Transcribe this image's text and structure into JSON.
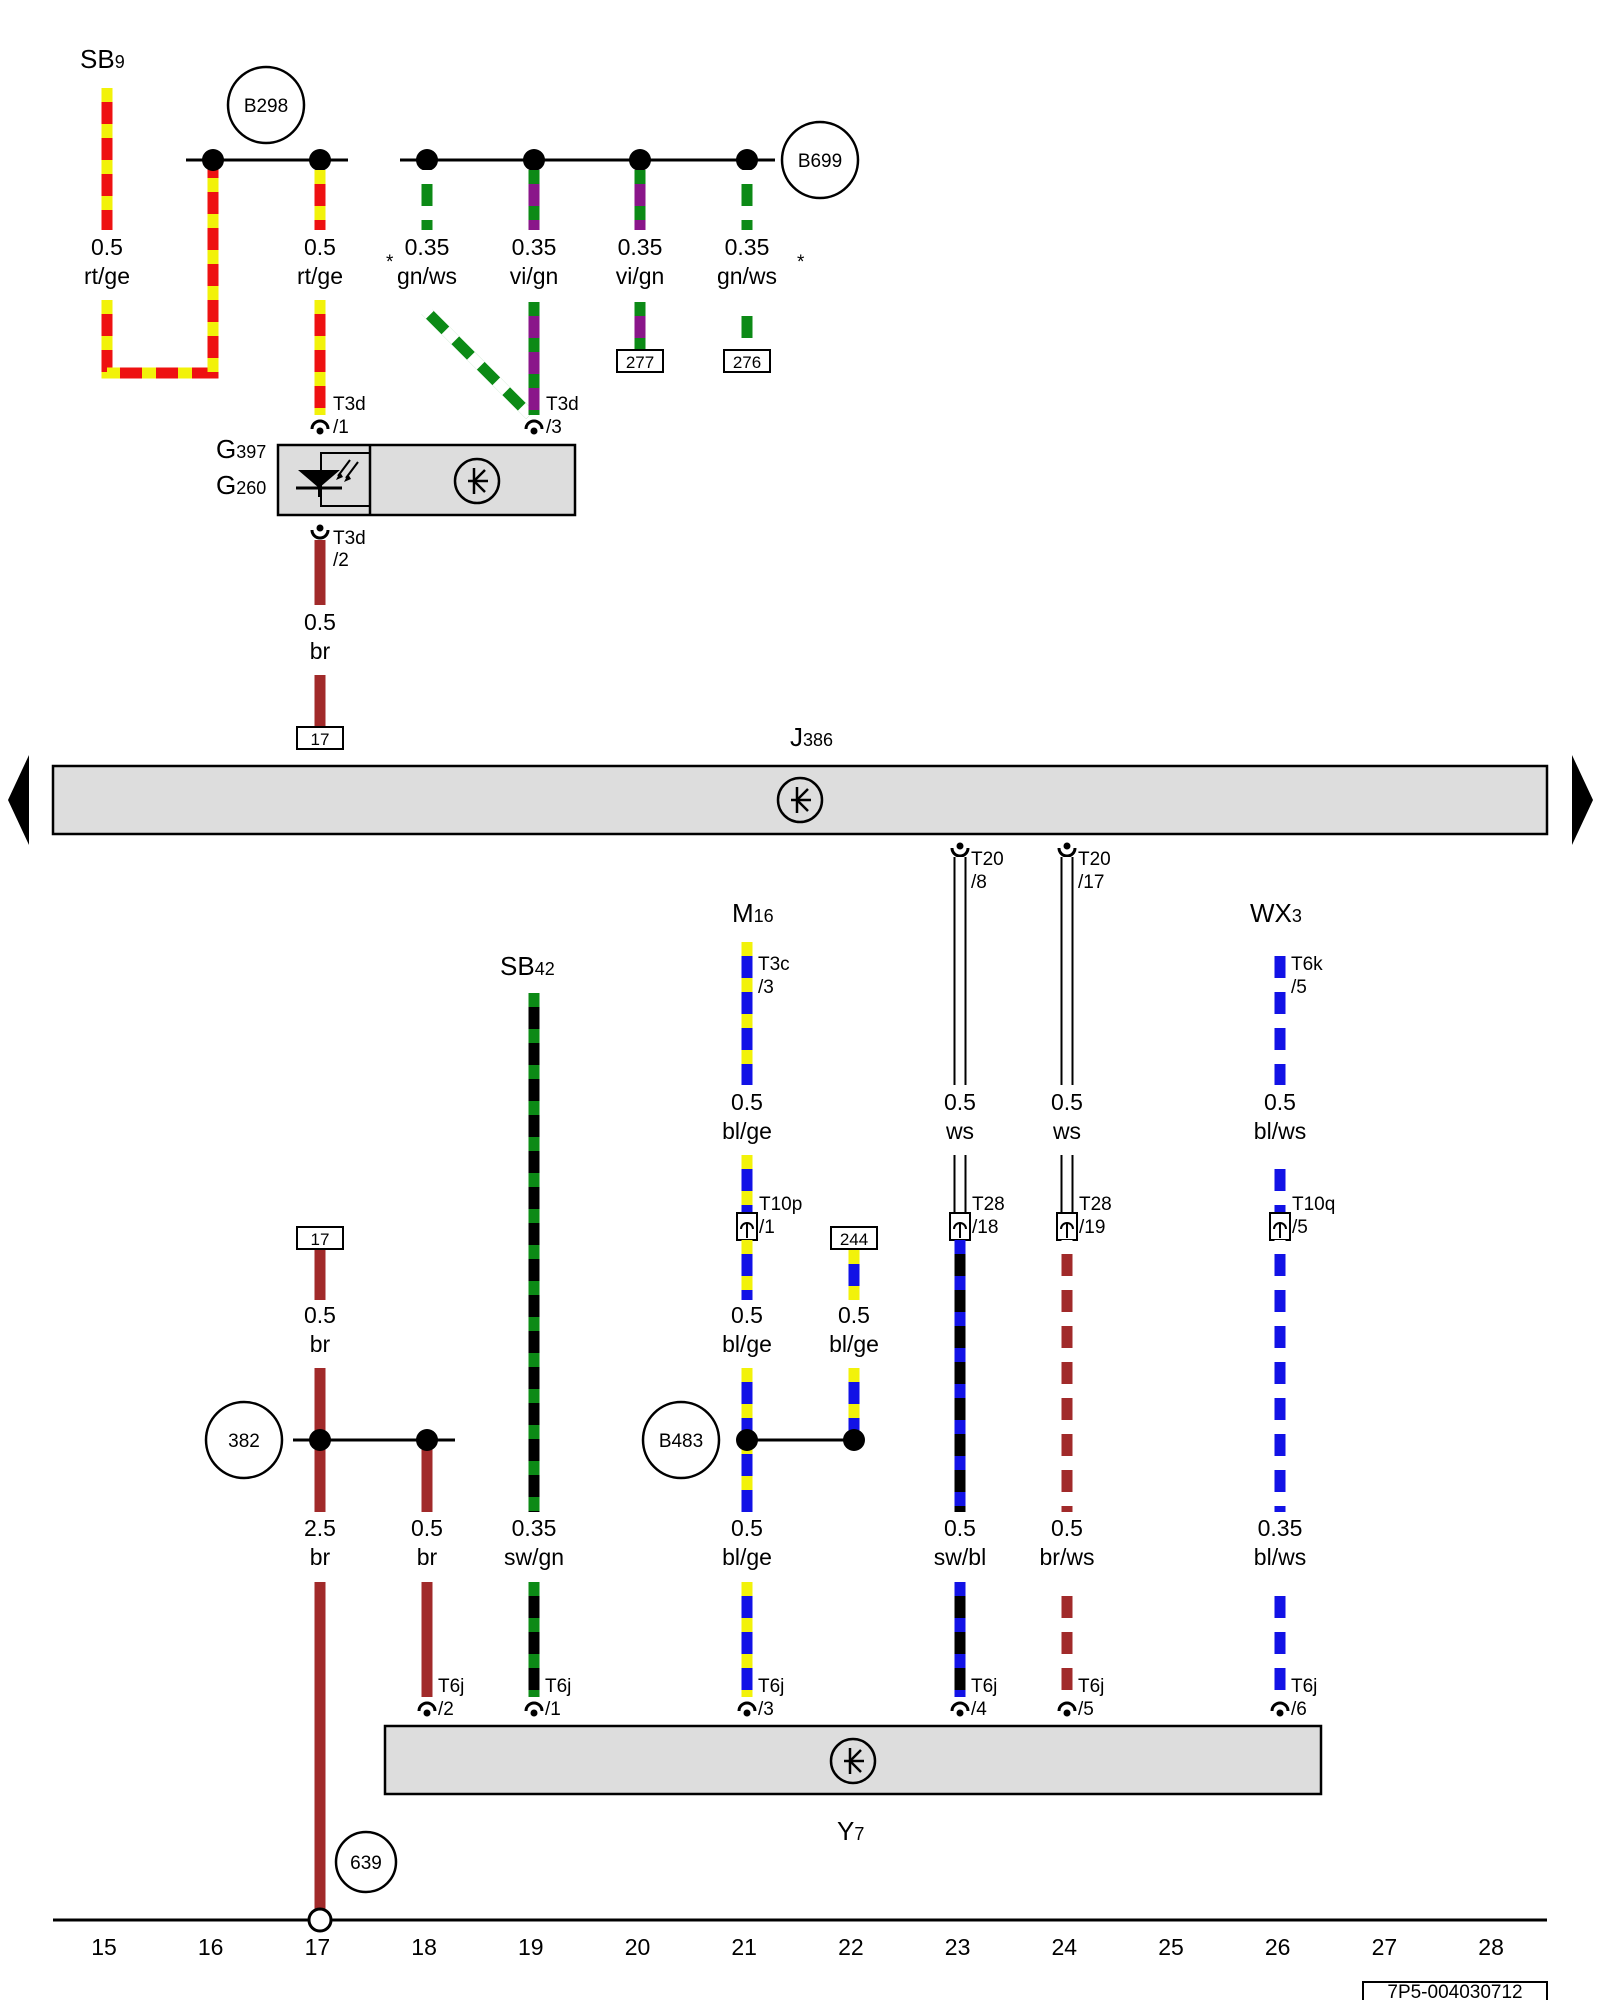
{
  "colors": {
    "rt": "#ee1111",
    "ge": "#f2f20a",
    "gn": "#0c8a16",
    "ws": "#ffffff",
    "vi": "#8a168a",
    "br": "#a12a2a",
    "bl": "#1212e6",
    "sw": "#000000",
    "housing": "#dddddd",
    "line": "#000000"
  },
  "components": {
    "sb9": {
      "name": "SB",
      "sub": "9"
    },
    "g397": {
      "name": "G",
      "sub": "397"
    },
    "g260": {
      "name": "G",
      "sub": "260"
    },
    "j386": {
      "name": "J",
      "sub": "386"
    },
    "sb42": {
      "name": "SB",
      "sub": "42"
    },
    "m16": {
      "name": "M",
      "sub": "16"
    },
    "wx3": {
      "name": "WX",
      "sub": "3"
    },
    "y7": {
      "name": "Y",
      "sub": "7"
    }
  },
  "circles": {
    "b298": "B298",
    "b699": "B699",
    "n382": "382",
    "b483": "B483",
    "n639": "639"
  },
  "refs": {
    "r277": "277",
    "r276": "276",
    "r17a": "17",
    "r17b": "17",
    "r244": "244"
  },
  "wires": {
    "w1": {
      "size": "0.5",
      "color": "rt/ge"
    },
    "w2": {
      "size": "0.5",
      "color": "rt/ge"
    },
    "w3": {
      "size": "0.35",
      "color": "gn/ws"
    },
    "w4": {
      "size": "0.35",
      "color": "vi/gn"
    },
    "w5": {
      "size": "0.35",
      "color": "vi/gn"
    },
    "w6": {
      "size": "0.35",
      "color": "gn/ws"
    },
    "w7": {
      "size": "0.5",
      "color": "br"
    },
    "w8": {
      "size": "0.5",
      "color": "bl/ge"
    },
    "w9": {
      "size": "0.5",
      "color": "ws"
    },
    "w10": {
      "size": "0.5",
      "color": "ws"
    },
    "w11": {
      "size": "0.5",
      "color": "bl/ws"
    },
    "w12": {
      "size": "0.5",
      "color": "br"
    },
    "w13": {
      "size": "0.5",
      "color": "bl/ge"
    },
    "w14": {
      "size": "0.5",
      "color": "bl/ge"
    },
    "w15": {
      "size": "2.5",
      "color": "br"
    },
    "w16": {
      "size": "0.5",
      "color": "br"
    },
    "w17": {
      "size": "0.35",
      "color": "sw/gn"
    },
    "w18": {
      "size": "0.5",
      "color": "bl/ge"
    },
    "w19": {
      "size": "0.5",
      "color": "sw/bl"
    },
    "w20": {
      "size": "0.5",
      "color": "br/ws"
    },
    "w21": {
      "size": "0.35",
      "color": "bl/ws"
    }
  },
  "pins": {
    "p1": {
      "conn": "T3d",
      "pin": "/1"
    },
    "p2": {
      "conn": "T3d",
      "pin": "/3"
    },
    "p3": {
      "conn": "T3d",
      "pin": "/2"
    },
    "p4": {
      "conn": "T20",
      "pin": "/8"
    },
    "p5": {
      "conn": "T20",
      "pin": "/17"
    },
    "p6": {
      "conn": "T3c",
      "pin": "/3"
    },
    "p7": {
      "conn": "T6k",
      "pin": "/5"
    },
    "p8": {
      "conn": "T10p",
      "pin": "/1"
    },
    "p9": {
      "conn": "T28",
      "pin": "/18"
    },
    "p10": {
      "conn": "T28",
      "pin": "/19"
    },
    "p11": {
      "conn": "T10q",
      "pin": "/5"
    },
    "p12": {
      "conn": "T6j",
      "pin": "/2"
    },
    "p13": {
      "conn": "T6j",
      "pin": "/1"
    },
    "p14": {
      "conn": "T6j",
      "pin": "/3"
    },
    "p15": {
      "conn": "T6j",
      "pin": "/4"
    },
    "p16": {
      "conn": "T6j",
      "pin": "/5"
    },
    "p17": {
      "conn": "T6j",
      "pin": "/6"
    }
  },
  "stars": {
    "s1": "*",
    "s2": "*"
  },
  "grid_numbers": [
    "15",
    "16",
    "17",
    "18",
    "19",
    "20",
    "21",
    "22",
    "23",
    "24",
    "25",
    "26",
    "27",
    "28"
  ],
  "doc_ref": "7P5-004030712"
}
